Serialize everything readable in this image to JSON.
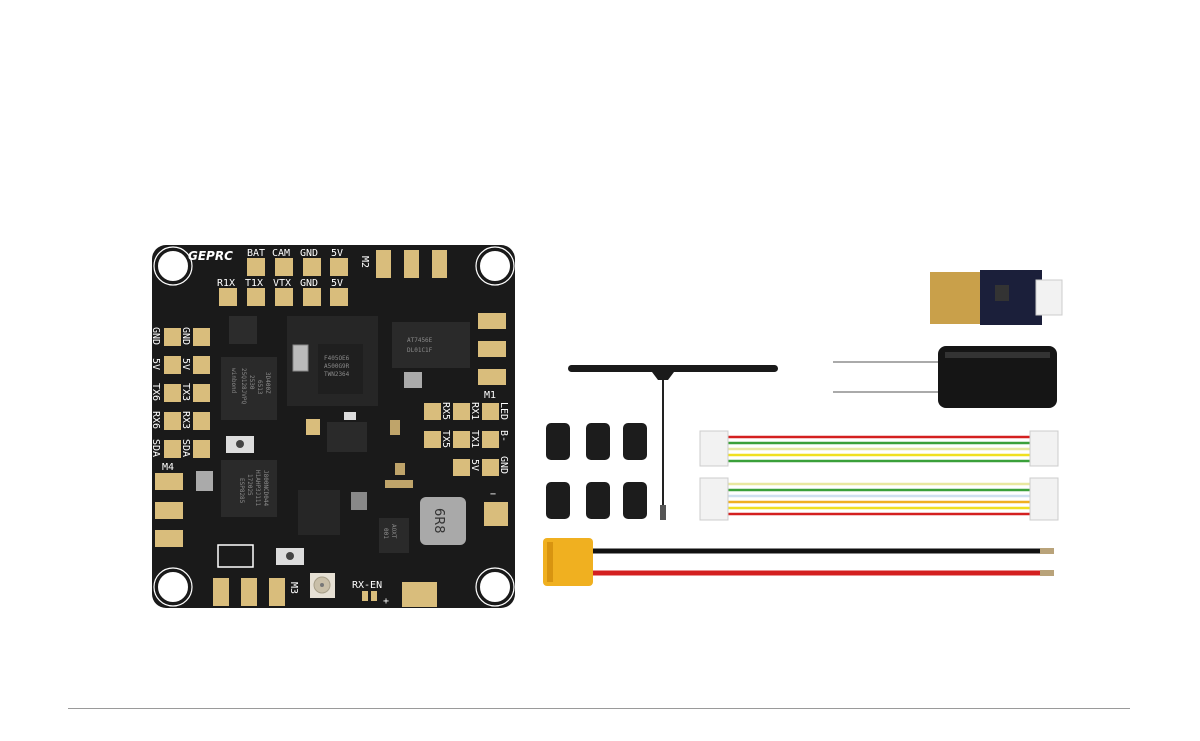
{
  "board": {
    "brand": "GEPRC",
    "top_row1": [
      "BAT",
      "CAM",
      "GND",
      "5V"
    ],
    "top_row2": [
      "R1X",
      "T1X",
      "VTX",
      "GND",
      "5V"
    ],
    "left_outer": [
      "GND",
      "5V",
      "TX6",
      "RX6",
      "SDA"
    ],
    "left_inner": [
      "GND",
      "5V",
      "TX3",
      "RX3",
      "SDA"
    ],
    "right_col1": [
      "RX5",
      "TX5"
    ],
    "right_col2": [
      "RX1",
      "TX1",
      "5V"
    ],
    "right_col3": [
      "LED",
      "B-",
      "GND"
    ],
    "motors": {
      "m1": "M1",
      "m2": "M2",
      "m3": "M3",
      "m4": "M4"
    },
    "rx_en": "RX-EN",
    "plus": "+",
    "minus": "−",
    "osd_chip": [
      "AT7456E",
      "DL01C1F"
    ],
    "mcu_chip": [
      "F405OE6",
      "A500G9R",
      "TWN2364"
    ],
    "flash_chip": [
      "winbond",
      "25Q128JVPQ",
      "2530",
      "6513",
      "3D400Z"
    ],
    "esp_chip": [
      "ESP8285",
      "172025",
      "H1AHP3J111",
      "J800NCD044"
    ],
    "regulator_chip": [
      "AOXT",
      "001"
    ],
    "inductor": "6R8"
  },
  "colors": {
    "pcb": "#1a1a1a",
    "pad": "#d9bd7c",
    "xt60": "#f0b020",
    "red_wire": "#d42020"
  }
}
